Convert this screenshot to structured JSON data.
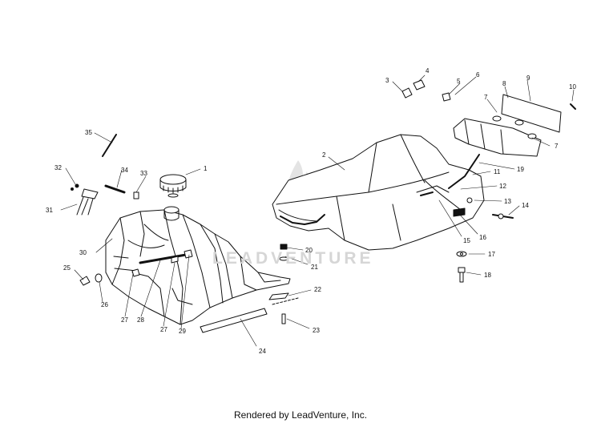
{
  "diagram": {
    "callouts": [
      "1",
      "2",
      "3",
      "4",
      "5",
      "6",
      "7",
      "7",
      "8",
      "9",
      "10",
      "11",
      "12",
      "13",
      "14",
      "15",
      "16",
      "17",
      "18",
      "19",
      "20",
      "21",
      "22",
      "23",
      "24",
      "25",
      "26",
      "27",
      "27",
      "28",
      "29",
      "30",
      "31",
      "32",
      "33",
      "34",
      "35"
    ]
  },
  "watermark": {
    "text": "LEADVENTURE"
  },
  "footer": {
    "text": "Rendered by LeadVenture, Inc."
  }
}
